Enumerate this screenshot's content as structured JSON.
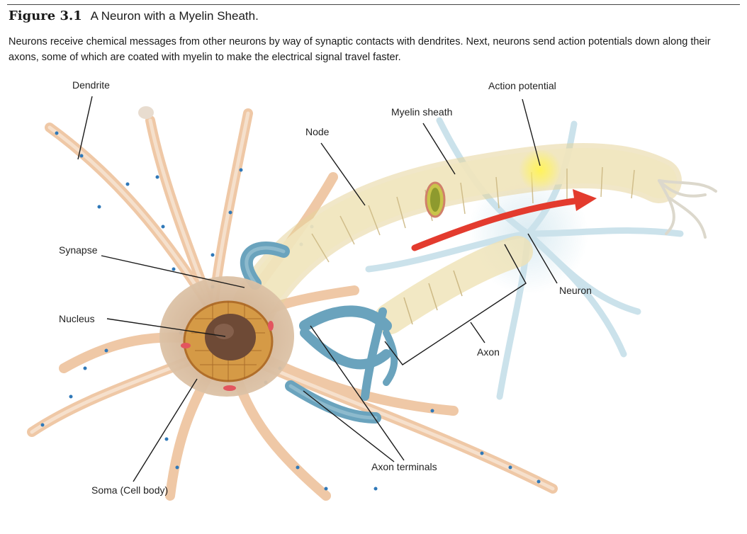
{
  "figure": {
    "number": "Figure 3.1",
    "title": "A Neuron with a Myelin Sheath.",
    "caption": "Neurons receive chemical messages from other neurons by way of synaptic contacts with dendrites. Next, neurons send action potentials down along their axons, some of which are coated with myelin to make the electrical signal travel faster."
  },
  "labels": {
    "dendrite": "Dendrite",
    "node": "Node",
    "myelin_sheath": "Myelin sheath",
    "action_potential": "Action potential",
    "synapse": "Synapse",
    "nucleus": "Nucleus",
    "neuron": "Neuron",
    "axon": "Axon",
    "axon_terminals": "Axon terminals",
    "soma": "Soma (Cell body)"
  },
  "colors": {
    "soma_tan": "#d9b897",
    "dendrite_orange": "#e8a778",
    "myelin_cream": "#eee2b0",
    "axon_terminal_blue": "#6aa3bd",
    "nucleus_brown": "#6e4a36",
    "background_neuron": "#bcd9e6",
    "action_potential_glow": "#fff35a",
    "arrow_red": "#e33b2e"
  }
}
